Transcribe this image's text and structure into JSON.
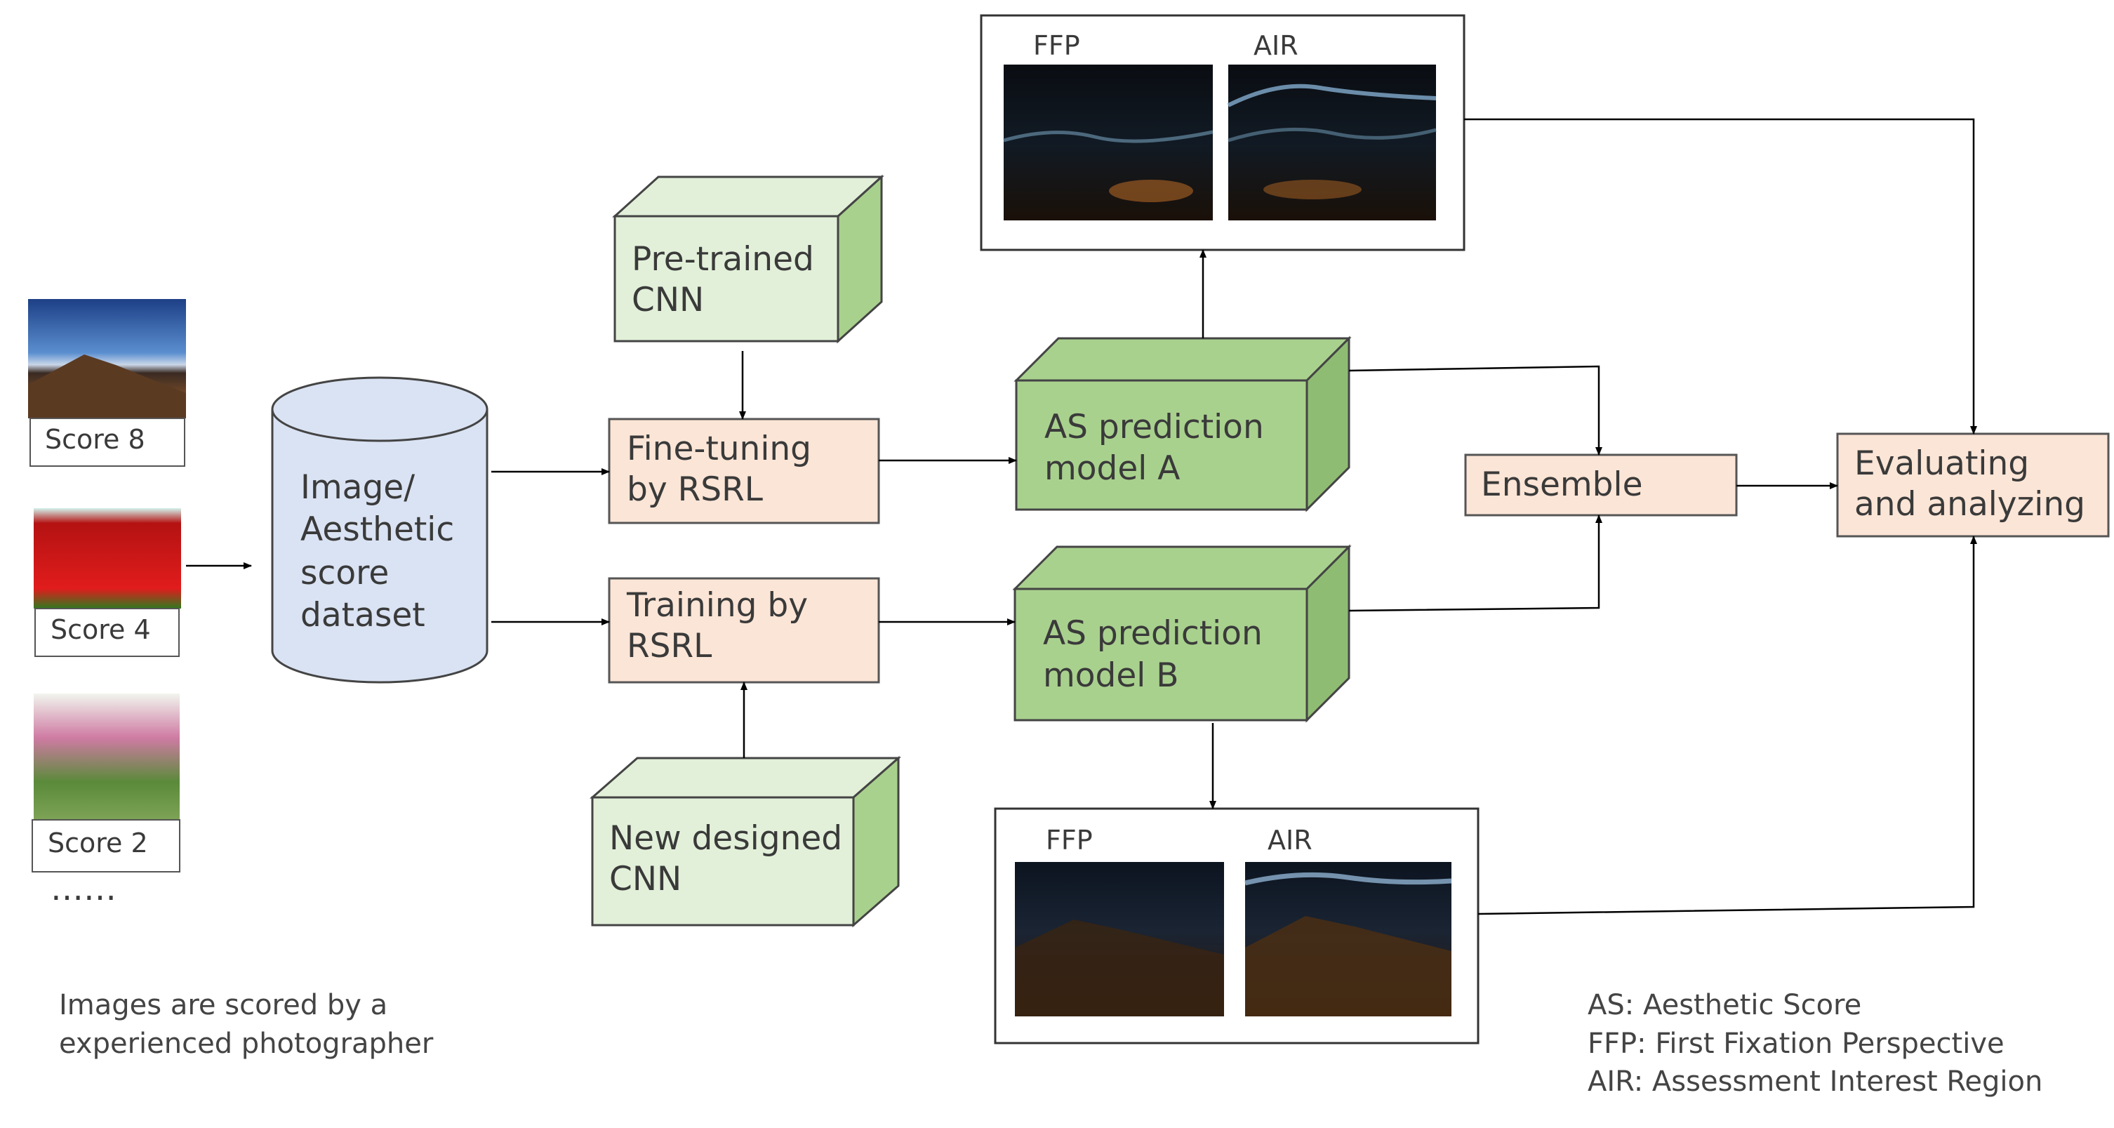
{
  "thumbnails": [
    {
      "caption": "Score 8",
      "subject": "volcano landscape"
    },
    {
      "caption": "Score 4",
      "subject": "red tulips"
    },
    {
      "caption": "Score 2",
      "subject": "pink blossoms"
    }
  ],
  "ellipsis": "……",
  "thumbnail_note": [
    "Images are scored by a",
    "experienced photographer"
  ],
  "dataset": [
    "Image/",
    "Aesthetic",
    "score",
    "dataset"
  ],
  "pretrained": [
    "Pre-trained",
    "CNN"
  ],
  "newcnn": [
    "New designed",
    "CNN"
  ],
  "finetune": [
    "Fine-tuning",
    "by RSRL"
  ],
  "trainrsrl": [
    "Training by",
    "RSRL"
  ],
  "modelA": [
    "AS prediction",
    "model A"
  ],
  "modelB": [
    "AS prediction",
    "model B"
  ],
  "ensemble": "Ensemble",
  "evaluate": [
    "Evaluating",
    "and analyzing"
  ],
  "topPanel": {
    "left": "FFP",
    "right": "AIR"
  },
  "bottomPanel": {
    "left": "FFP",
    "right": "AIR"
  },
  "legend": [
    "AS: Aesthetic Score",
    "FFP: First Fixation Perspective",
    "AIR: Assessment Interest Region"
  ],
  "colors": {
    "green_front": "#a9d18e",
    "green_light": "#e2f0d9",
    "peach": "#fbe5d6",
    "blue": "#dae3f3",
    "line": "#000000"
  }
}
